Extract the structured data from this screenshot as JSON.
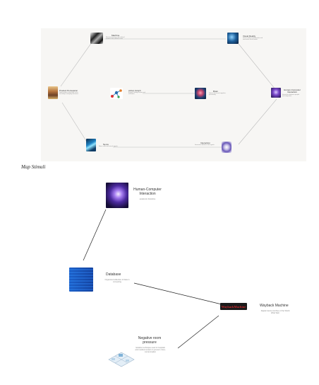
{
  "caption": "Map Stimuli",
  "top_map": {
    "nodes": [
      {
        "key": "machine",
        "title": "Machine",
        "desc": "Machine learning and artificial systems that perform tasks",
        "thumb": "black-white-machine-image"
      },
      {
        "key": "visual",
        "title": "Visual Reality",
        "desc": "Virtual reality environments and immersive visual media",
        "thumb": "blue-vr-headset-image"
      },
      {
        "key": "persuasion",
        "title": "Product Persuasion",
        "desc": "How products persuade users and shape everyday decisions",
        "thumb": "illustrated-people-image"
      },
      {
        "key": "action",
        "title": "Action Graph",
        "desc": "A graph linking actions and outcomes",
        "thumb": "molecule-network-image"
      },
      {
        "key": "brain",
        "title": "Brain",
        "desc": "Human brain and cognitive processing",
        "thumb": "brain-scan-image"
      },
      {
        "key": "hci",
        "title": "Human-Computer Interaction",
        "desc": "Interaction between people and computers",
        "thumb": "purple-hand-image"
      },
      {
        "key": "nerve",
        "title": "Nerve",
        "desc": "Nerve cells and neural signals",
        "thumb": "blue-neuron-image"
      },
      {
        "key": "interaction",
        "title": "Interaction",
        "desc": "Interaction between two agents",
        "thumb": "brain-globe-image"
      }
    ]
  },
  "bottom_map": {
    "nodes": [
      {
        "key": "hci",
        "title": "Human-Computer Interaction",
        "desc": "academic discipline",
        "thumb": "purple-hand-image"
      },
      {
        "key": "database",
        "title": "Database",
        "desc": "Organized collection of data in computing",
        "thumb": "blue-circuit-image"
      },
      {
        "key": "wayback",
        "title": "Wayback Machine",
        "desc": "Digital Internet Archive of the World Wide Web",
        "thumb": "wayback-logo-image",
        "logo_text": "WaybackMachine"
      },
      {
        "key": "negative",
        "title": "Negative room pressure",
        "desc": "Isolation technique used in hospitals and medical centers to prevent cross-contamination",
        "thumb": "room-floorplan-image"
      }
    ]
  }
}
